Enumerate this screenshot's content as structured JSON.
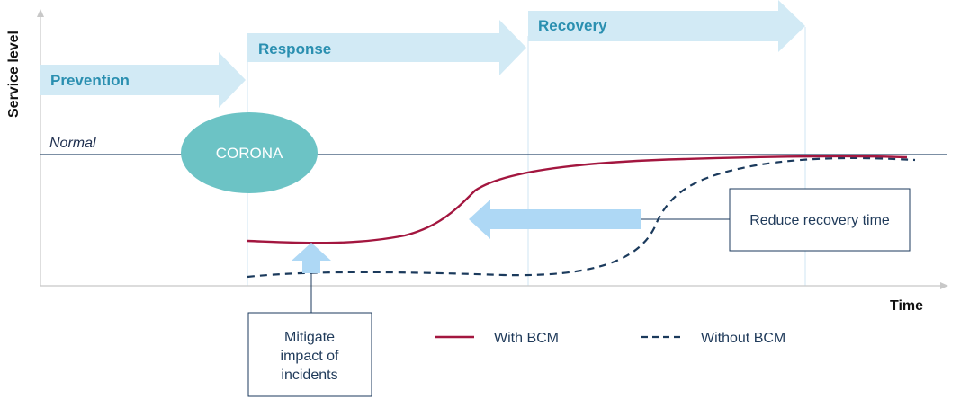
{
  "axes": {
    "y_label": "Service level",
    "x_label": "Time",
    "reference_label": "Normal"
  },
  "phases": [
    {
      "label": "Prevention"
    },
    {
      "label": "Response"
    },
    {
      "label": "Recovery"
    }
  ],
  "event": {
    "label": "CORONA"
  },
  "callouts": {
    "mitigate": {
      "lines": [
        "Mitigate",
        "impact of",
        "incidents"
      ]
    },
    "reduce": {
      "label": "Reduce recovery time"
    }
  },
  "legend": {
    "with_bcm": "With BCM",
    "without_bcm": "Without BCM"
  },
  "colors": {
    "phase_arrow": "#d2eaf5",
    "phase_text": "#2a8fb0",
    "event_fill": "#6cc3c5",
    "with_bcm_line": "#a3163f",
    "without_bcm_line": "#1b3a5c",
    "callout_arrow": "#aed8f5",
    "axis": "#c8c8c8",
    "normal_line": "#2f4c6e"
  }
}
